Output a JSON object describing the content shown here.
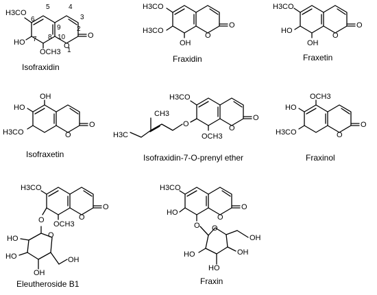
{
  "captions": {
    "isofraxidin": "Isofraxidin",
    "fraxidin": "Fraxidin",
    "fraxetin": "Fraxetin",
    "isofraxetin": "Isofraxetin",
    "prenyl": "Isofraxidin-7-O-prenyl ether",
    "fraxinol": "Fraxinol",
    "eleutheroside": "Eleutheroside B1",
    "fraxin": "Fraxin"
  },
  "labels": {
    "OCH3": "OCH3",
    "H3CO": "H3CO",
    "OH": "OH",
    "HO": "HO",
    "O": "O"
  },
  "ring_numbers": [
    "1",
    "2",
    "3",
    "4",
    "5",
    "6",
    "7",
    "8",
    "9",
    "10"
  ]
}
